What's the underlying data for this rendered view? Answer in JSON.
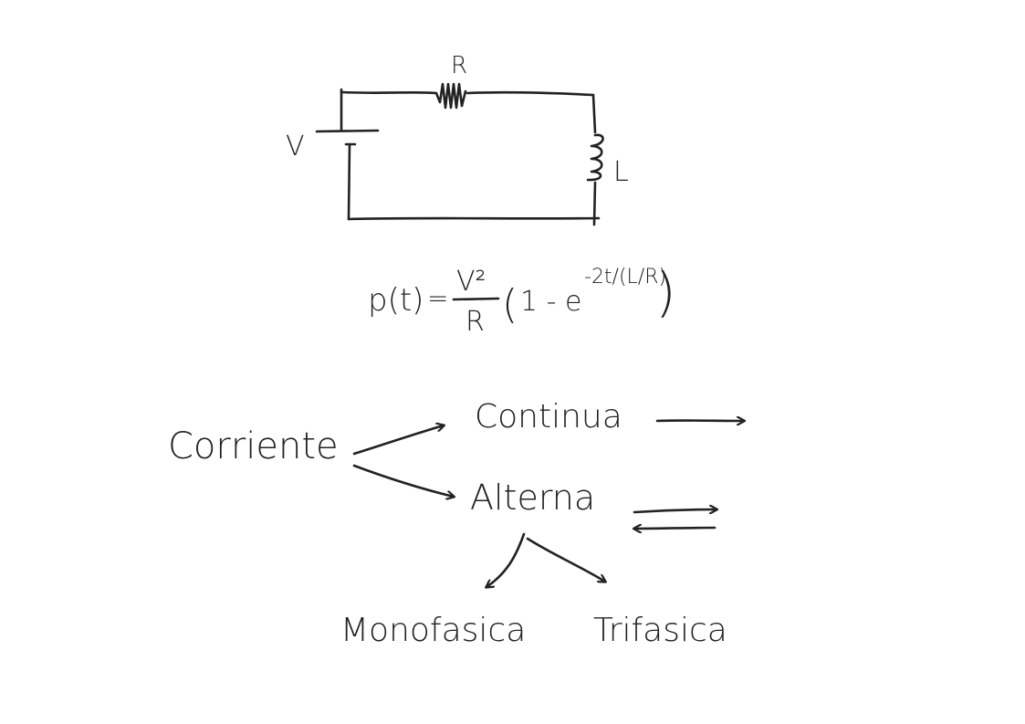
{
  "colors": {
    "ink": "#222222",
    "background": "#ffffff"
  },
  "circuit": {
    "resistor_label": "R",
    "inductor_label": "L",
    "source_label": "V"
  },
  "formula": {
    "lhs": "p(t)",
    "equals": "=",
    "numerator": "V²",
    "denominator": "R",
    "open": "(",
    "one_minus": "1 - e",
    "exponent": "-2t/(L/R)",
    "close": ")"
  },
  "tree": {
    "root": "Corriente",
    "continua": "Continua",
    "alterna": "Alterna",
    "monofasica": "Monofasica",
    "trifasica": "Trifasica"
  }
}
